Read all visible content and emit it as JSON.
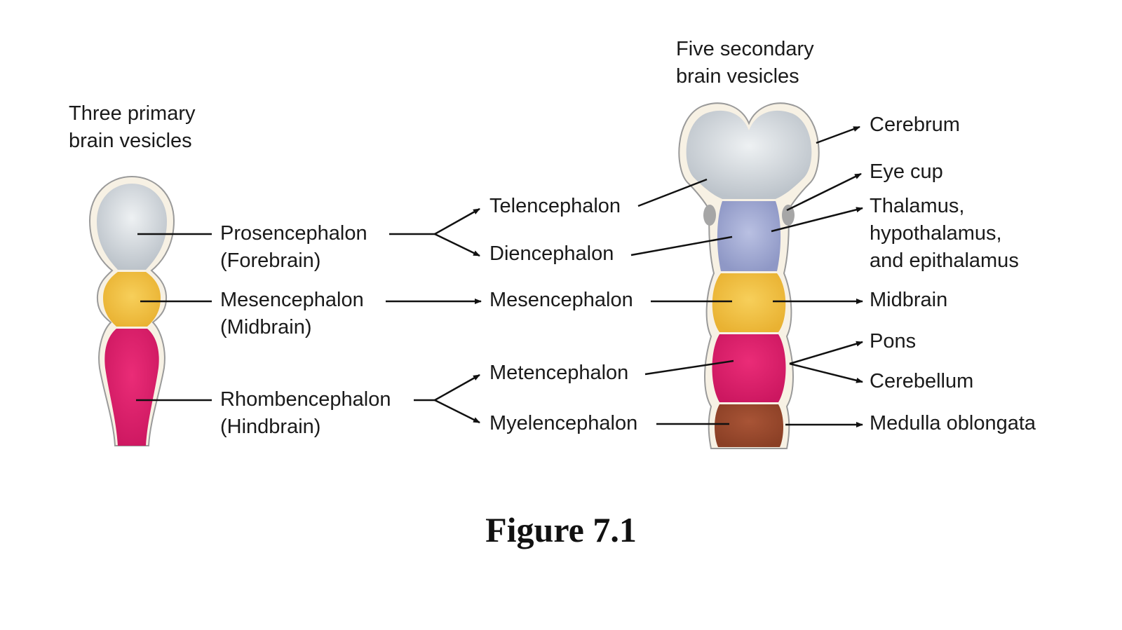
{
  "headings": {
    "primary": [
      "Three primary",
      "brain vesicles"
    ],
    "secondary": [
      "Five secondary",
      "brain vesicles"
    ]
  },
  "primary_vesicles": [
    {
      "name": "Prosencephalon",
      "alt": "(Forebrain)"
    },
    {
      "name": "Mesencephalon",
      "alt": "(Midbrain)"
    },
    {
      "name": "Rhombencephalon",
      "alt": "(Hindbrain)"
    }
  ],
  "secondary_vesicles": [
    "Telencephalon",
    "Diencephalon",
    "Mesencephalon",
    "Metencephalon",
    "Myelencephalon"
  ],
  "adult_structures": {
    "cerebrum": "Cerebrum",
    "eye_cup": "Eye cup",
    "thalamus": [
      "Thalamus,",
      "hypothalamus,",
      "and epithalamus"
    ],
    "midbrain": "Midbrain",
    "pons": "Pons",
    "cerebellum": "Cerebellum",
    "medulla": "Medulla oblongata"
  },
  "caption": "Figure 7.1",
  "colors": {
    "forebrain": "#d9dde2",
    "diencephalon": "#a8b0d6",
    "midbrain": "#f2c24a",
    "hindbrain": "#dd1f6a",
    "medulla": "#9a4a2e",
    "wall": "#f7f1e4",
    "outline": "#9a9a9a"
  }
}
